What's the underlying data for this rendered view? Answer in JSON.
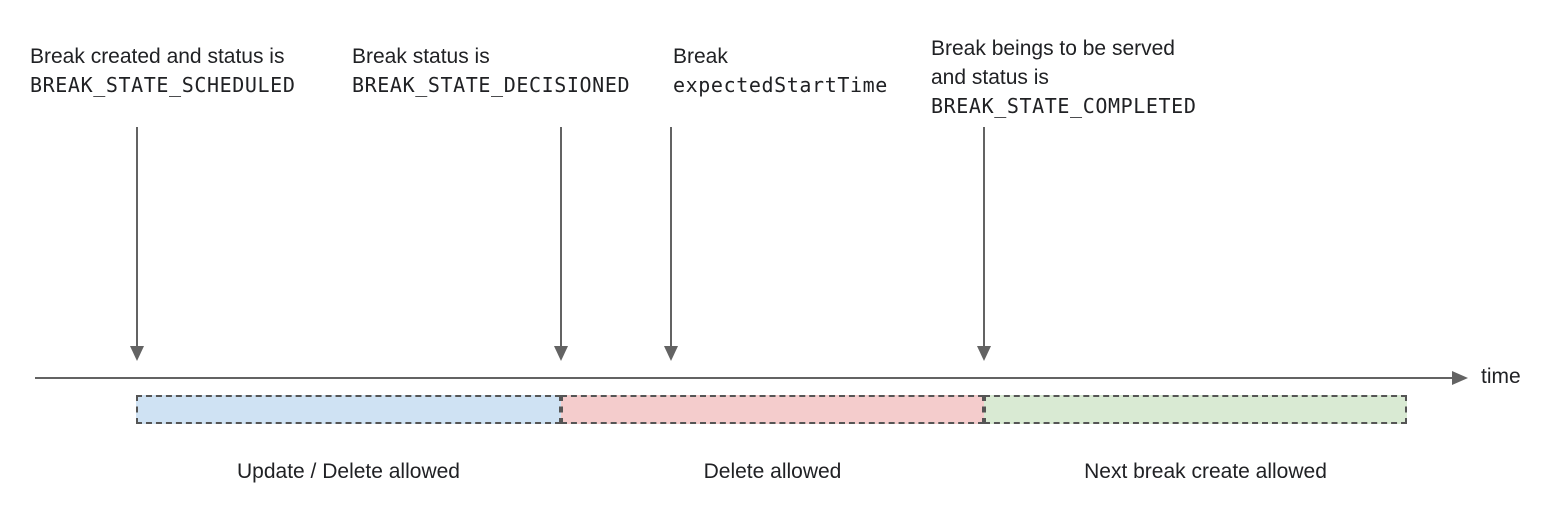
{
  "annotations": [
    {
      "line1": "Break created and status is",
      "line2": "BREAK_STATE_SCHEDULED"
    },
    {
      "line1": "Break status is",
      "line2": "BREAK_STATE_DECISIONED"
    },
    {
      "line1": "Break",
      "line2": "expectedStartTime"
    },
    {
      "line1": "Break beings to be served",
      "line2": "and status is",
      "line3": "BREAK_STATE_COMPLETED"
    }
  ],
  "timeline": {
    "axis_label": "time"
  },
  "segments": [
    {
      "label": "Update / Delete allowed",
      "fill": "#cfe2f3"
    },
    {
      "label": "Delete allowed",
      "fill": "#f4cccc"
    },
    {
      "label": "Next break create allowed",
      "fill": "#d9ead3"
    }
  ],
  "colors": {
    "text": "#202124",
    "line_gray": "#636363",
    "dash_border": "#555555"
  }
}
